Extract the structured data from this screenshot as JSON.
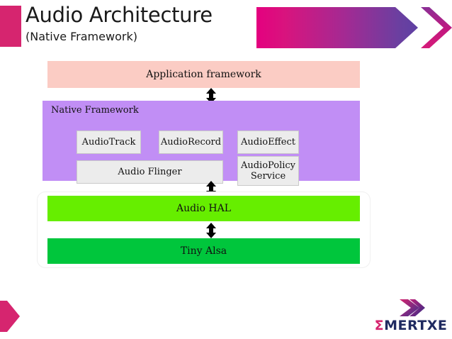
{
  "slide": {
    "title": "Audio Architecture",
    "subtitle": "(Native Framework)"
  },
  "colors": {
    "accent_pink": "#d6256f",
    "banner_gradient_from": "#e4007f",
    "banner_gradient_to": "#5e41a3",
    "application_framework": "#fbccc4",
    "native_framework": "#c18ef5",
    "component_box": "#ececec",
    "audio_hal": "#66ee00",
    "tiny_alsa": "#00c63c",
    "logo_text": "#1f2a60"
  },
  "diagram": {
    "type": "layered-stack",
    "layers": [
      {
        "id": "application-framework",
        "label": "Application framework",
        "color": "#fbccc4"
      },
      {
        "id": "native-framework",
        "label": "Native Framework",
        "color": "#c18ef5",
        "components": [
          {
            "id": "audiotrack",
            "label": "AudioTrack"
          },
          {
            "id": "audiorecord",
            "label": "AudioRecord"
          },
          {
            "id": "audioeffect",
            "label": "AudioEffect"
          },
          {
            "id": "audioflinger",
            "label": "Audio Flinger"
          },
          {
            "id": "audiopolicyservice",
            "label_line1": "AudioPolicy",
            "label_line2": "Service"
          }
        ]
      },
      {
        "id": "audio-hal",
        "label": "Audio HAL",
        "color": "#66ee00"
      },
      {
        "id": "tiny-alsa",
        "label": "Tiny Alsa",
        "color": "#00c63c"
      }
    ],
    "connectors": [
      {
        "id": "appfw-nativefw",
        "kind": "double-headed-arrow"
      },
      {
        "id": "nativefw-hal",
        "kind": "double-headed-arrow"
      },
      {
        "id": "hal-tinyalsa",
        "kind": "double-headed-arrow"
      }
    ]
  },
  "footer": {
    "logo_sigma": "Σ",
    "logo_name": "MERTXE"
  }
}
